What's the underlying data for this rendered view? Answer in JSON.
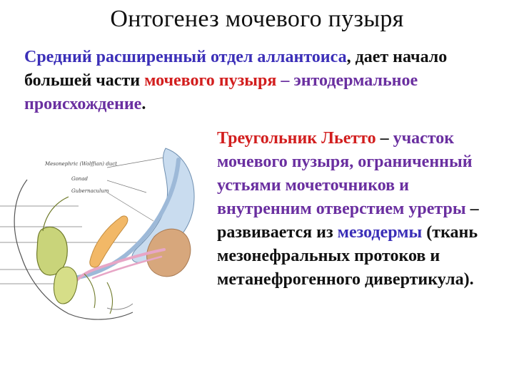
{
  "slide": {
    "title": "Онтогенез мочевого пузыря"
  },
  "intro": {
    "part1": "Средний расширенный отдел аллантоиса",
    "part2": ", дает начало большей части ",
    "part3": "мочевого пузыря",
    "part4": " – энтодермальное происхождение",
    "part5": "."
  },
  "definition": {
    "term": "Треугольник Льетто",
    "dash": " – ",
    "part1": "участок мочевого пузыря, ограниченный устьями мочеточников и внутренним отверстием уретры",
    "part2": " – развивается из ",
    "mesoderm": "мезодермы",
    "part3": " (ткань мезонефральных протоков и метанефрогенного дивертикула)."
  },
  "figure": {
    "labels": [
      "Mesonephric (Wolffian) duct",
      "Gonad",
      "Gubernaculum"
    ]
  },
  "colors": {
    "blue": "#3b2fb8",
    "red": "#d21e1e",
    "violet": "#6a2fa0",
    "text": "#111111"
  }
}
